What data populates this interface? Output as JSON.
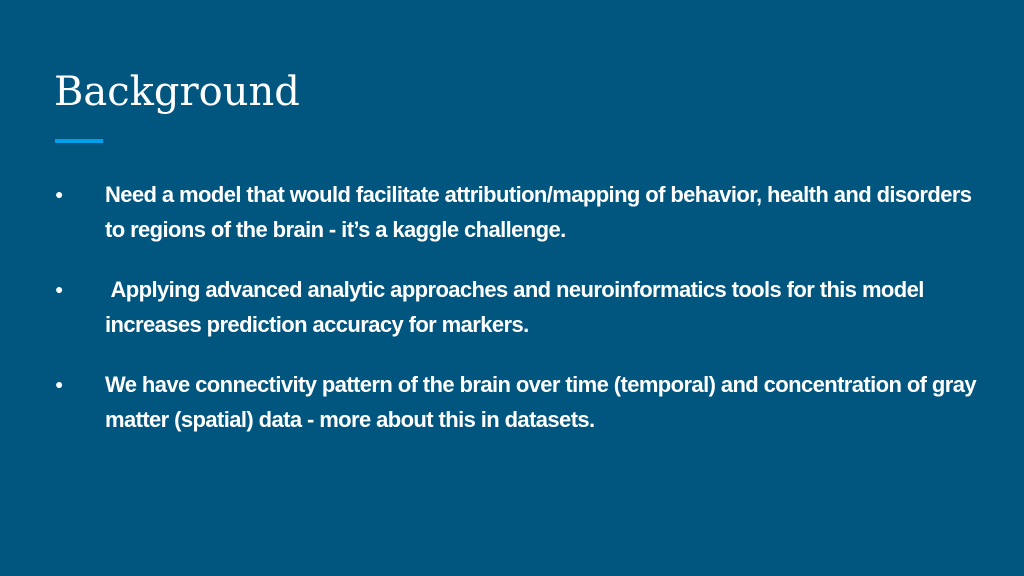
{
  "slide": {
    "title": "Background",
    "bullet_marker": "●",
    "bullets": [
      "Need a model that would facilitate attribution/mapping of behavior, health and disorders to regions of the brain - it’s a kaggle challenge.",
      " Applying advanced analytic approaches and neuroinformatics tools for this model increases prediction accuracy for markers.",
      "We have connectivity pattern of the brain over time (temporal) and concentration of gray matter (spatial) data - more about this in datasets."
    ]
  },
  "colors": {
    "background": "#01567f",
    "accent": "#00a0ea",
    "text": "#ffffff"
  }
}
